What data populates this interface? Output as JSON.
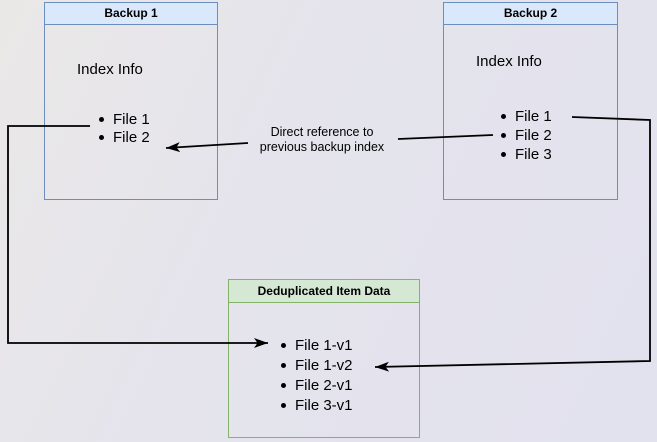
{
  "colors": {
    "backup_header_fill": "#dae8fc",
    "backup_border": "#6c8ebf",
    "dedup_header_fill": "#d5e8d4",
    "dedup_border": "#82b366",
    "line": "#000000",
    "text": "#000000",
    "bg_top_left": "#eae8e7",
    "bg_bottom_right": "#e2e2ee"
  },
  "boxes": {
    "backup1": {
      "title": "Backup 1",
      "subtitle": "Index Info",
      "files": [
        "File 1",
        "File 2"
      ]
    },
    "backup2": {
      "title": "Backup 2",
      "subtitle": "Index Info",
      "files": [
        "File 1",
        "File 2",
        "File 3"
      ]
    },
    "dedup": {
      "title": "Deduplicated Item Data",
      "files": [
        "File 1-v1",
        "File 1-v2",
        "File 2-v1",
        "File 3-v1"
      ]
    }
  },
  "edge_label": {
    "line1": "Direct reference to",
    "line2": "previous backup index"
  }
}
